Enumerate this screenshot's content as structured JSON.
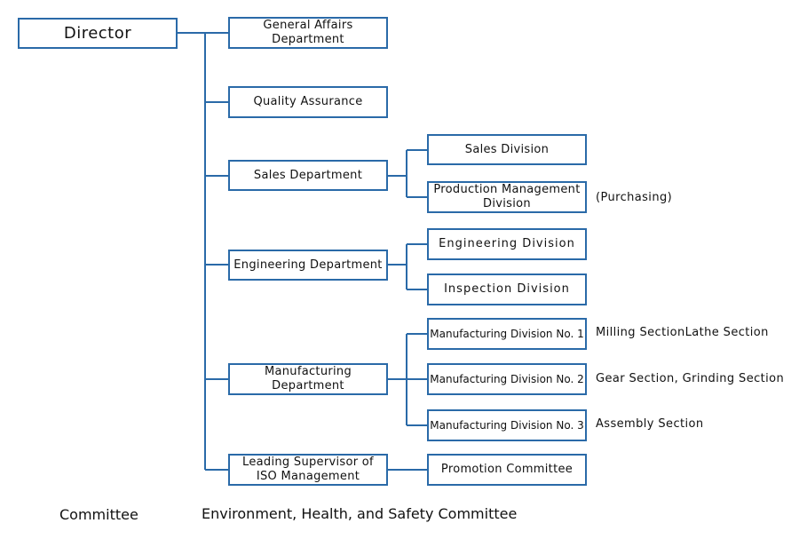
{
  "colors": {
    "line": "#2a6aa8",
    "box_border": "#2a6aa8",
    "text": "#111111"
  },
  "org": {
    "director": "Director",
    "general_affairs": "General Affairs Department",
    "quality_assurance": "Quality Assurance",
    "sales_department": "Sales Department",
    "sales_division": "Sales Division",
    "production_management": "Production Management Division",
    "purchasing_note": "(Purchasing)",
    "engineering_department": "Engineering Department",
    "engineering_division": "Engineering Division",
    "inspection_division": "Inspection Division",
    "manufacturing_department": "Manufacturing Department",
    "mfg_division_1": "Manufacturing Division No. 1",
    "mfg_division_1_note": "Milling SectionLathe Section",
    "mfg_division_2": "Manufacturing Division No. 2",
    "mfg_division_2_note": "Gear Section, Grinding Section",
    "mfg_division_3": "Manufacturing Division No. 3",
    "mfg_division_3_note": "Assembly Section",
    "iso_supervisor": "Leading Supervisor of ISO Management",
    "promotion_committee": "Promotion Committee"
  },
  "footer": {
    "committee": "Committee",
    "ehs_committee": "Environment, Health, and Safety Committee"
  }
}
